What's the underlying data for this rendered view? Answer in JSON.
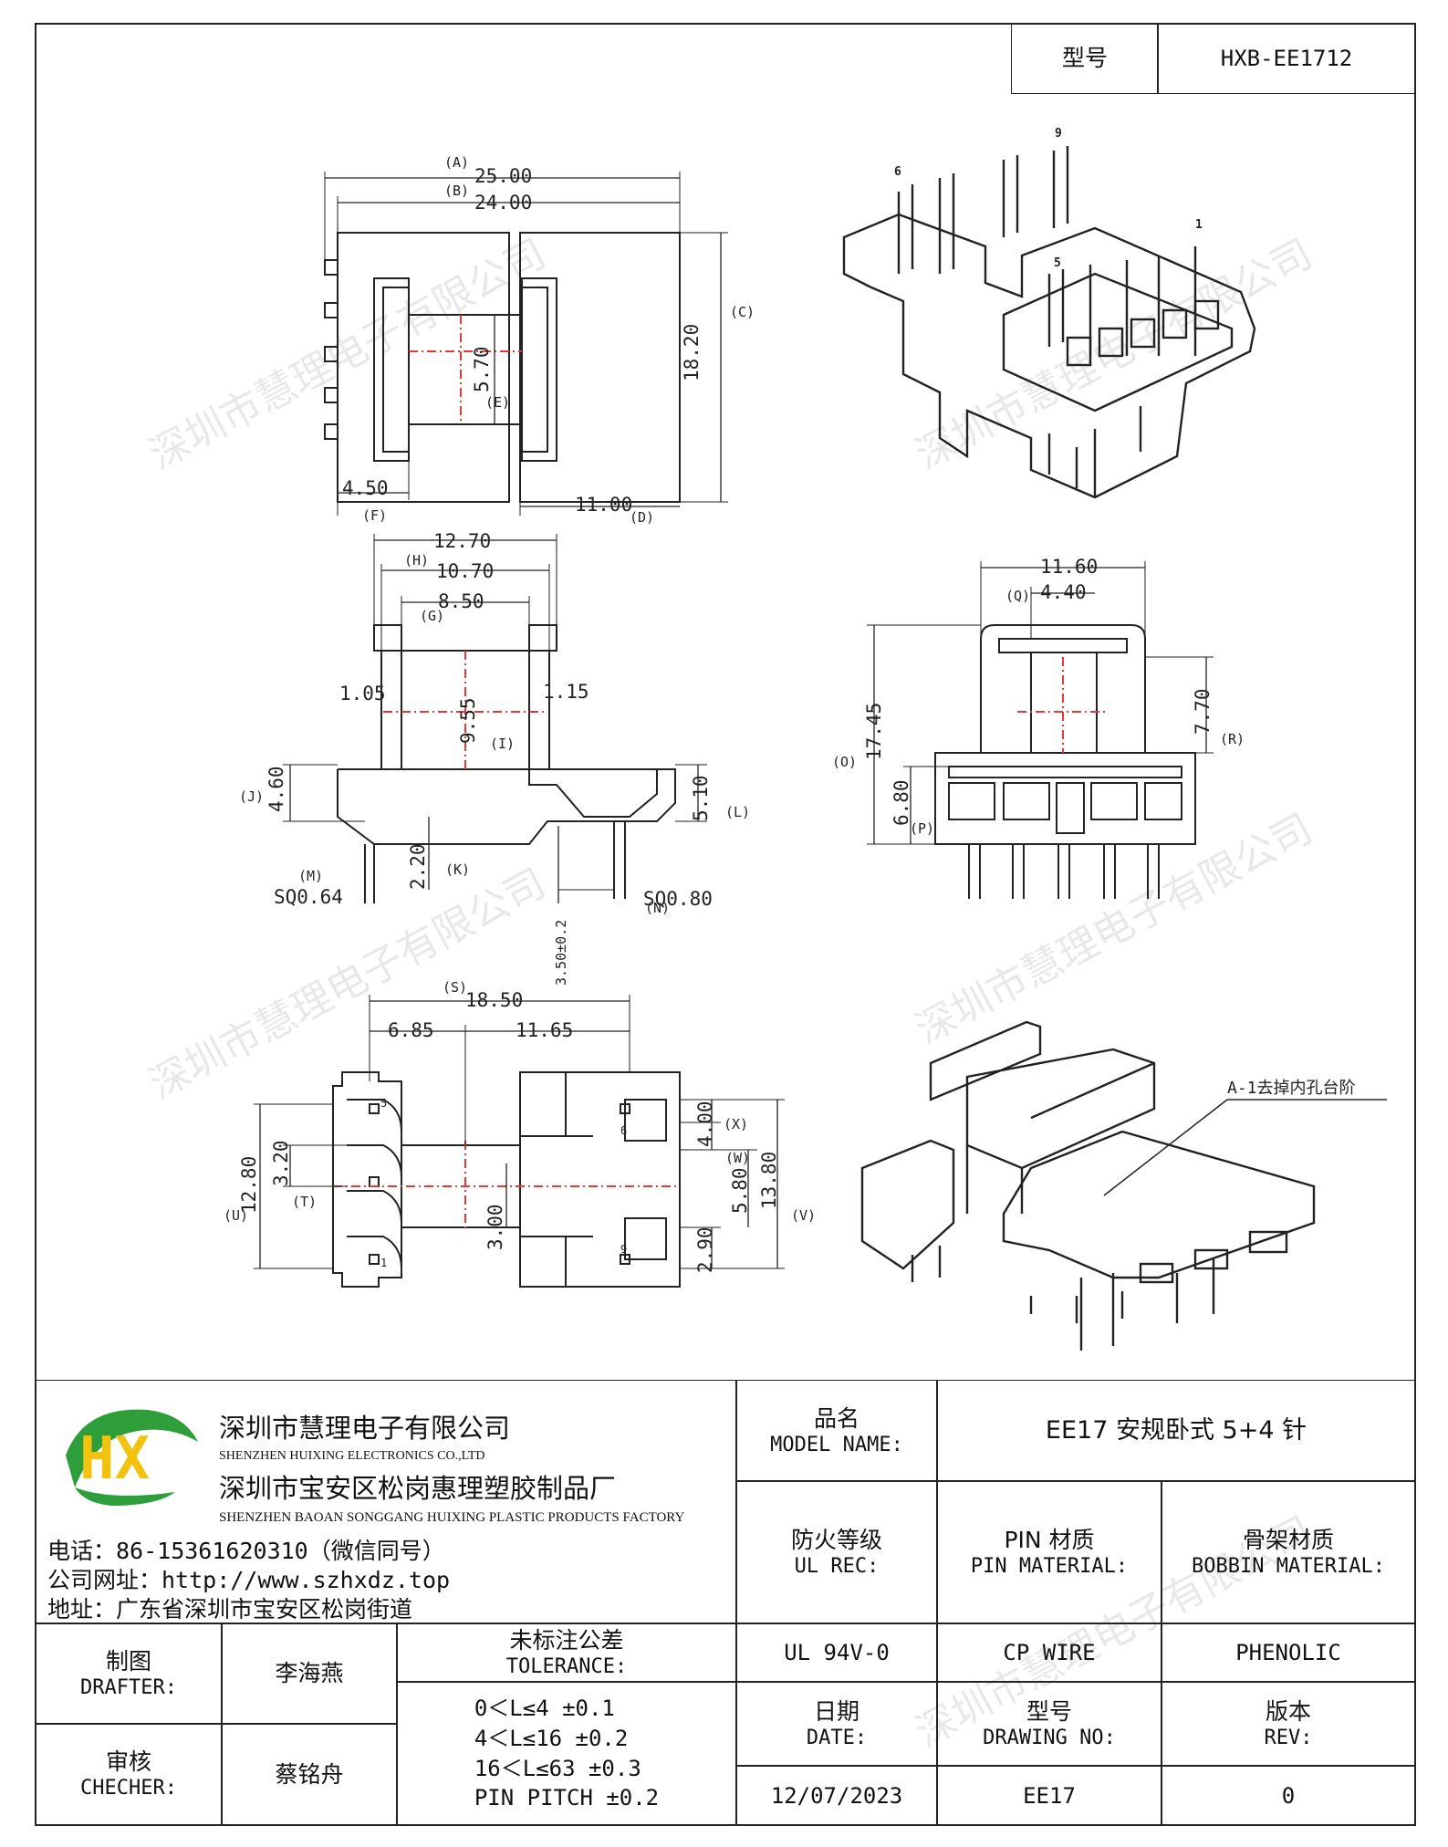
{
  "header": {
    "model_label": "型号",
    "model_value": "HXB-EE1712"
  },
  "drawing": {
    "top_view": {
      "A": "(A)",
      "dim_A": "25.00",
      "B": "(B)",
      "dim_B": "24.00",
      "C": "(C)",
      "dim_C": "18.20",
      "E": "(E)",
      "dim_E": "5.70",
      "F": "(F)",
      "dim_F": "4.50",
      "D": "(D)",
      "dim_D": "11.00"
    },
    "side_view": {
      "H": "(H)",
      "dim_outer": "12.70",
      "dim_H": "10.70",
      "G": "(G)",
      "dim_G": "8.50",
      "dim_l": "1.05",
      "dim_r": "1.15",
      "I": "(I)",
      "dim_I": "9.55",
      "J": "(J)",
      "dim_J": "4.60",
      "L": "(L)",
      "dim_L": "5.10",
      "K": "(K)",
      "dim_K": "2.20",
      "M": "(M)",
      "dim_M": "SQ0.64",
      "N": "(N)",
      "dim_N": "SQ0.80",
      "dim_pin": "3.50±0.2"
    },
    "front_view": {
      "dim_total": "11.60",
      "Q": "(Q)",
      "dim_Q": "4.40",
      "O": "(O)",
      "dim_O": "17.45",
      "R": "(R)",
      "dim_R": "7.70",
      "P": "(P)",
      "dim_P": "6.80"
    },
    "bottom_view": {
      "S": "(S)",
      "dim_S": "18.50",
      "dim_left": "6.85",
      "dim_right": "11.65",
      "U": "(U)",
      "dim_U": "12.80",
      "T": "(T)",
      "dim_T": "3.20",
      "dim_center": "3.00",
      "X": "(X)",
      "dim_X": "4.00",
      "W": "(W)",
      "dim_W": "5.80",
      "V": "(V)",
      "dim_V": "13.80",
      "dim_bottom": "2.90",
      "pin_5": "5",
      "pin_1": "1",
      "pin_6": "6",
      "pin_9": "9"
    },
    "iso_view": {
      "pin_6": "6",
      "pin_9": "9",
      "pin_5": "5",
      "pin_1": "1"
    },
    "note": "A-1去掉内孔台阶"
  },
  "watermark": "深圳市慧理电子有限公司",
  "company": {
    "logo_text": "HX",
    "name_cn": "深圳市慧理电子有限公司",
    "name_en": "SHENZHEN HUIXING ELECTRONICS CO.,LTD",
    "factory_cn": "深圳市宝安区松岗惠理塑胶制品厂",
    "factory_en": "SHENZHEN BAOAN SONGGANG HUIXING PLASTIC PRODUCTS FACTORY",
    "phone": "电话：86-15361620310（微信同号）",
    "website": "公司网址：http://www.szhxdz.top",
    "address": "地址：广东省深圳市宝安区松岗街道"
  },
  "titleblock": {
    "model_name_cn": "品名",
    "model_name_en": "MODEL NAME:",
    "model_name_value": "EE17 安规卧式 5+4 针",
    "ul_cn": "防火等级",
    "ul_en": "UL REC:",
    "ul_value": "UL 94V-0",
    "pin_cn": "PIN 材质",
    "pin_en": "PIN MATERIAL:",
    "pin_value": "CP WIRE",
    "bobbin_cn": "骨架材质",
    "bobbin_en": "BOBBIN MATERIAL:",
    "bobbin_value": "PHENOLIC",
    "drafter_cn": "制图",
    "drafter_en": "DRAFTER:",
    "drafter_value": "李海燕",
    "checker_cn": "审核",
    "checker_en": "CHECHER:",
    "checker_value": "蔡铭舟",
    "tol_cn": "未标注公差",
    "tol_en": "TOLERANCE:",
    "tol_lines": [
      "0＜L≤4  ±0.1",
      "4＜L≤16 ±0.2",
      "16＜L≤63 ±0.3",
      "PIN PITCH ±0.2"
    ],
    "date_cn": "日期",
    "date_en": "DATE:",
    "date_value": "12/07/2023",
    "drawing_cn": "型号",
    "drawing_en": "DRAWING NO:",
    "drawing_value": "EE17",
    "rev_cn": "版本",
    "rev_en": "REV:",
    "rev_value": "0"
  }
}
